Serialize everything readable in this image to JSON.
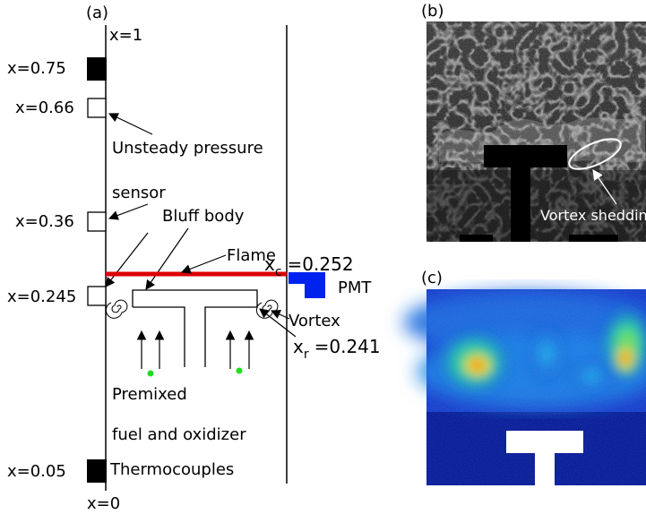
{
  "panel_a": {
    "label": "(a)",
    "top_label": "x=1",
    "bottom_label": "x=0",
    "sensors": [
      {
        "label": "x=0.75",
        "filled": true
      },
      {
        "label": "x=0.66",
        "filled": false
      },
      {
        "label": "x=0.36",
        "filled": false
      },
      {
        "label": "x=0.245",
        "filled": false
      },
      {
        "label": "x=0.05",
        "filled": true
      }
    ],
    "annotations": {
      "pressure_1": "Unsteady pressure",
      "pressure_2": "sensor",
      "bluff_body": "Bluff body",
      "flame": "Flame",
      "xc_main": "x",
      "xc_sub": "c",
      "xc_value": "=0.252",
      "pmt": "PMT",
      "vortex": "Vortex",
      "xr_main": "x",
      "xr_sub": "r",
      "xr_value": "=0.241",
      "premixed_1": "Premixed",
      "premixed_2": "fuel and oxidizer",
      "thermocouples": "Thermocouples"
    },
    "colors": {
      "flame": "#dd0000",
      "pmt": "#0022ee",
      "fuel_dot": "#22dd22"
    }
  },
  "panel_b": {
    "label": "(b)",
    "annotation": "Vortex shedding"
  },
  "panel_c": {
    "label": "(c)"
  }
}
